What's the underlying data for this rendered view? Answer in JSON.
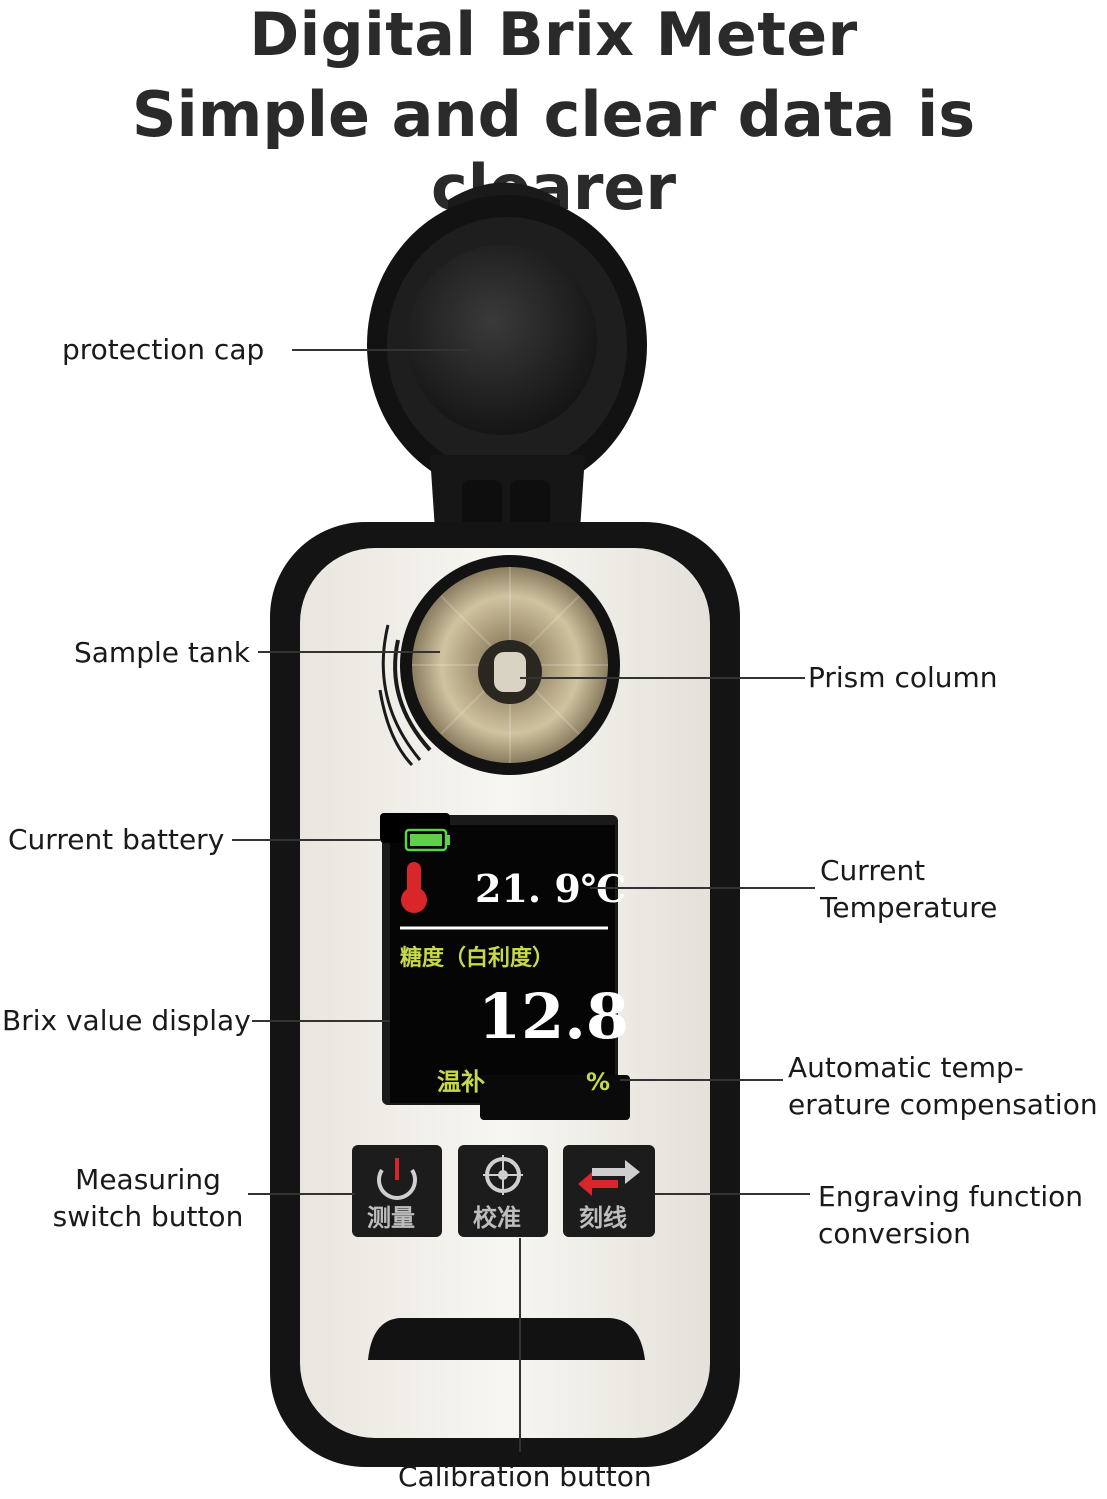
{
  "heading": {
    "line1": "Digital Brix Meter",
    "line2": "Simple and clear data is clearer"
  },
  "callouts": {
    "protection_cap": "protection cap",
    "sample_tank": "Sample tank",
    "prism_column": "Prism column",
    "current_battery": "Current battery",
    "current_temperature": "Current Temperature",
    "brix_value_display": "Brix value display",
    "auto_temp_compensation": "Automatic temp-erature compensation",
    "measuring_switch_button": "Measuring switch button",
    "engraving_function_conversion": "Engraving function conversion",
    "calibration_button": "Calibration button"
  },
  "screen": {
    "temperature": "21. 9℃",
    "mode_label": "糖度（白利度）",
    "brix_value": "12.8",
    "atc_label": "温补",
    "unit": "%"
  },
  "buttons": {
    "measure": "测量",
    "calibrate": "校准",
    "scale": "刻线"
  },
  "colors": {
    "device_body": "#f4f1ea",
    "device_frame": "#141414",
    "screen_bg": "#050505",
    "screen_accent": "#c7d84a",
    "thermometer": "#d8262a",
    "battery": "#5fd04a",
    "prism_metal": "#b8a57a"
  }
}
